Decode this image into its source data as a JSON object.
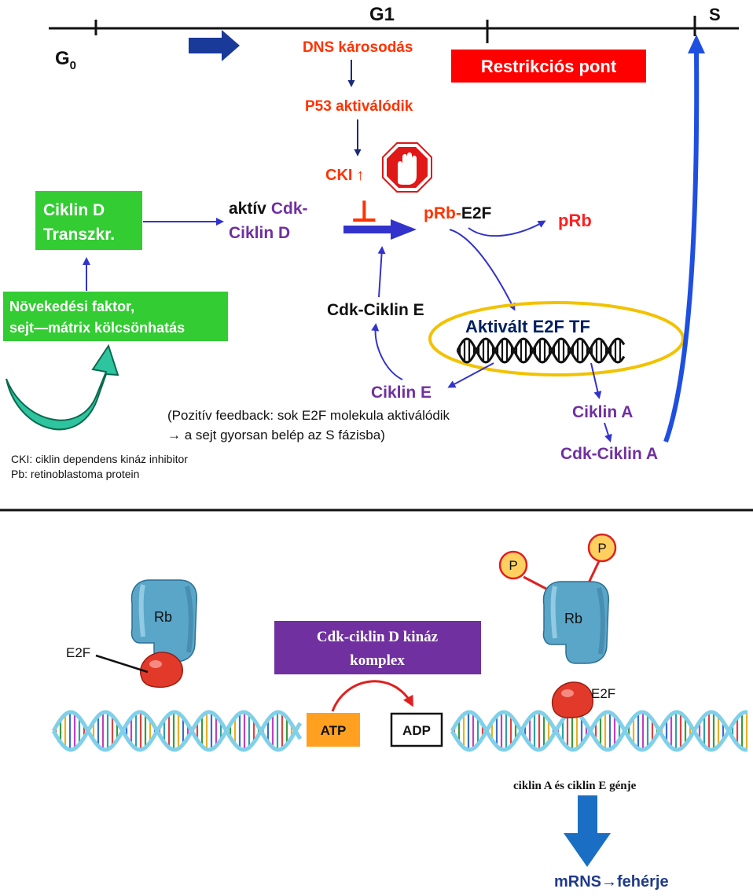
{
  "colors": {
    "red": "#ff3300",
    "purple": "#7030a0",
    "green": "#33cc33",
    "arrow_blue": "#3333cc",
    "timeline_blue": "#1a3a9a",
    "navy": "#002060",
    "restriction_red": "#ff0000",
    "ellipse_yellow": "#f2c200",
    "atp_orange": "#ffa020",
    "dna_blue": "#7fd0e8",
    "rb_blue": "#5aa6c8",
    "e2f_red": "#e23a2a",
    "phosphate_yellow": "#ffd060",
    "kinase_purple": "#7030a0",
    "output_blue": "#1a6fc4"
  },
  "top": {
    "phases": {
      "g1": "G1",
      "s": "S",
      "g0_main": "G",
      "g0_sub": "0"
    },
    "dna_damage": "DNS károsodás",
    "p53": "P53 aktiválódik",
    "restriction_point": "Restrikciós pont",
    "cki_label": "CKI",
    "cki_up_arrow": "↑",
    "inhibition_symbol": "⊥",
    "stop_icon": "stop-hand",
    "cyclin_d_box": {
      "line1": "Ciklin D",
      "line2": "Transzkr."
    },
    "growth_box": {
      "line1": "Növekedési faktor,",
      "line2": "sejt—mátrix kölcsönhatás"
    },
    "active_cdk": {
      "prefix": "aktív",
      "line1_rest": "Cdk-",
      "line2": "Ciklin D"
    },
    "prb_e2f": {
      "prb": "pRb-",
      "e2f": "E2F"
    },
    "prb_free": "pRb",
    "activated_e2f": "Aktivált E2F TF",
    "cdk_cyclin_e": "Cdk-Ciklin E",
    "cyclin_e": "Ciklin E",
    "cyclin_a": "Ciklin A",
    "cdk_cyclin_a": "Cdk-Ciklin A",
    "feedback": {
      "line1": "(Pozitív feedback: sok E2F molekula aktiválódik",
      "line2": "→  a sejt gyorsan belép az S fázisba)"
    },
    "footnotes": {
      "line1": "CKI: ciklin dependens kináz inhibitor",
      "line2": "Pb: retinoblastoma protein"
    }
  },
  "bottom": {
    "rb_label_left": "Rb",
    "rb_label_right": "Rb",
    "e2f_left": "E2F",
    "e2f_right": "E2F",
    "phosphate_1": "P",
    "phosphate_2": "P",
    "kinase_box": {
      "line1": "Cdk-ciklin D kináz",
      "line2": "komplex"
    },
    "atp": "ATP",
    "adp": "ADP",
    "gene_caption": "ciklin A és ciklin E génje",
    "output": "mRNS",
    "output_arrow": "→",
    "output_rest": "fehérje"
  }
}
